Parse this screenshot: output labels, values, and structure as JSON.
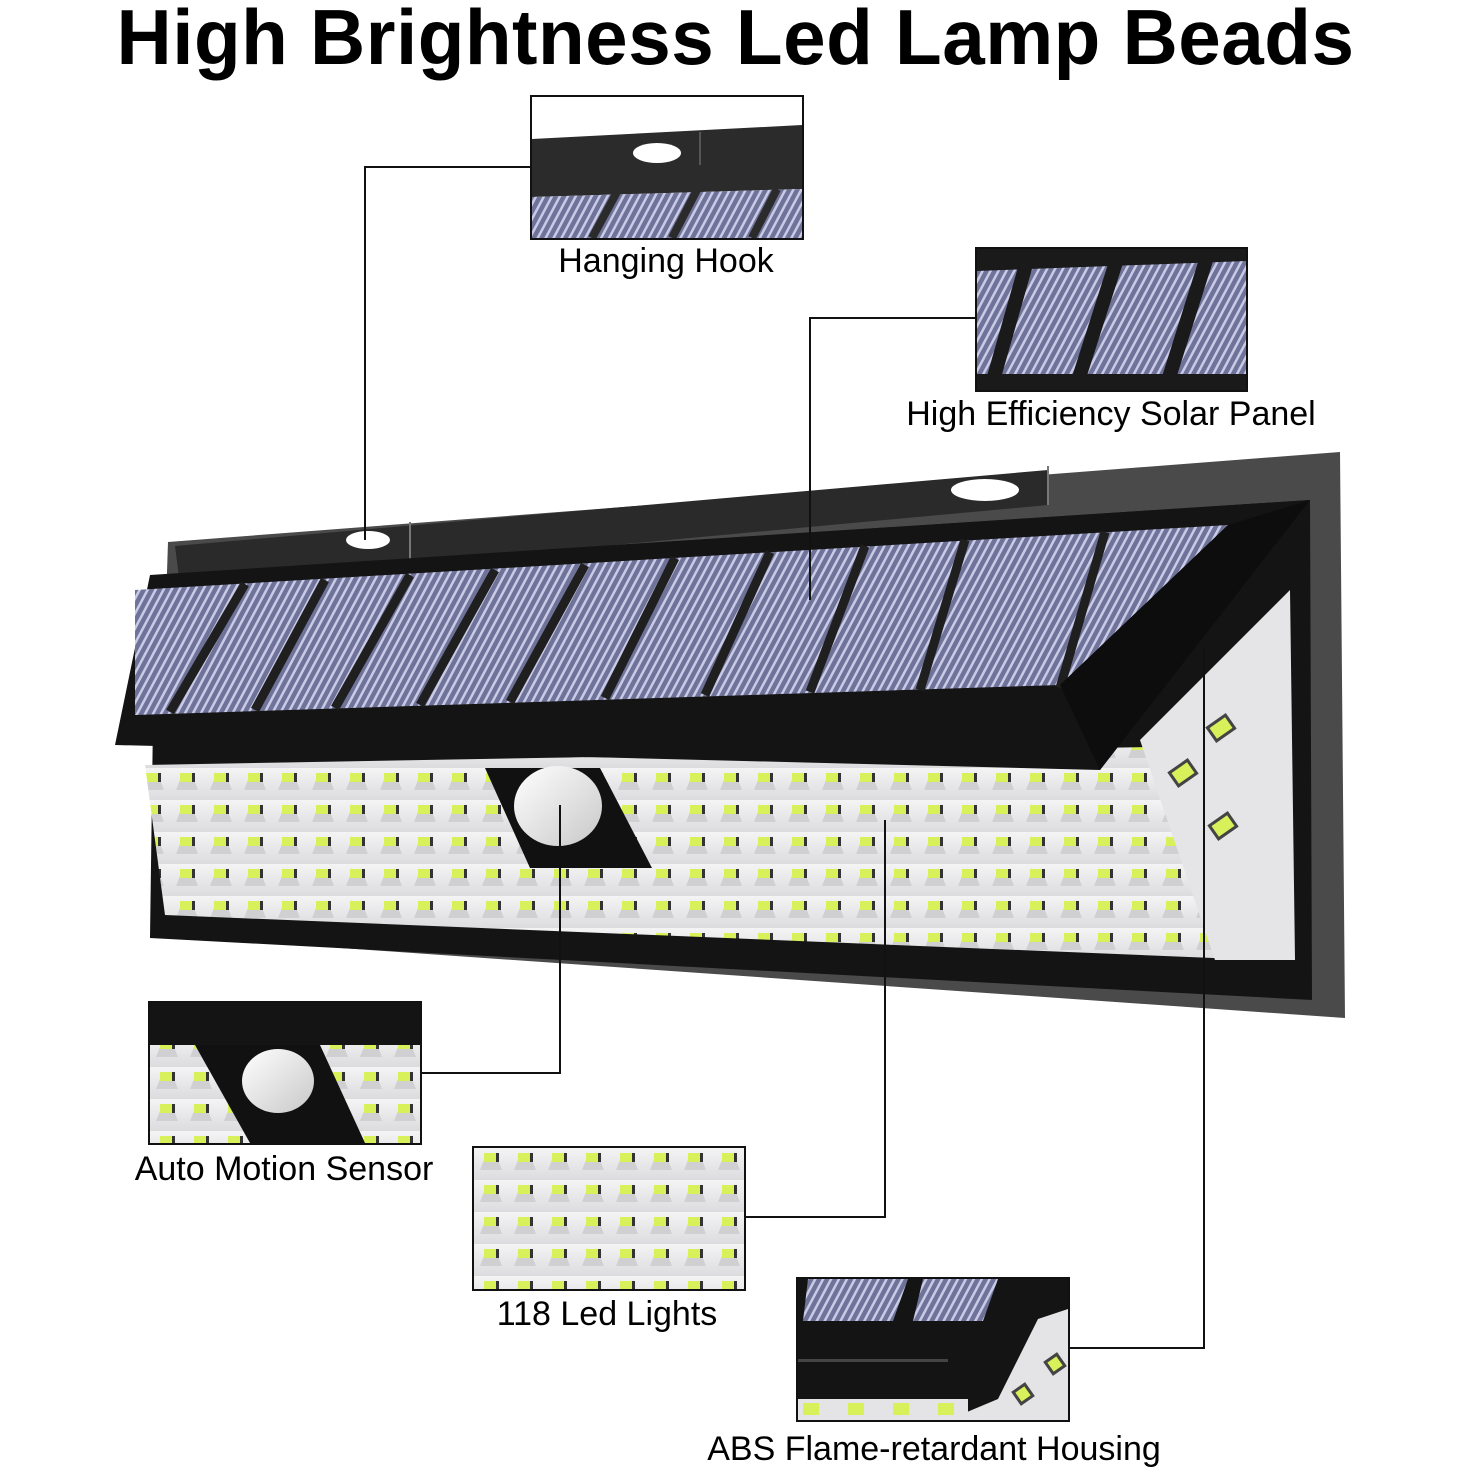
{
  "title": "High Brightness Led Lamp Beads",
  "colors": {
    "housing": "#141414",
    "housing_grey": "#4a4a4a",
    "solar_cell": "#6f7399",
    "solar_line": "#c9cbe6",
    "led_face": "#e9e9ea",
    "led_chip": "#d8f05a",
    "callout_line": "#111111"
  },
  "callouts": [
    {
      "id": "hanging-hook",
      "label": "Hanging Hook"
    },
    {
      "id": "solar-panel",
      "label": "High Efficiency Solar Panel"
    },
    {
      "id": "motion-sensor",
      "label": "Auto Motion Sensor"
    },
    {
      "id": "led-lights",
      "label": "118 Led Lights"
    },
    {
      "id": "housing",
      "label": "ABS Flame-retardant Housing"
    }
  ]
}
